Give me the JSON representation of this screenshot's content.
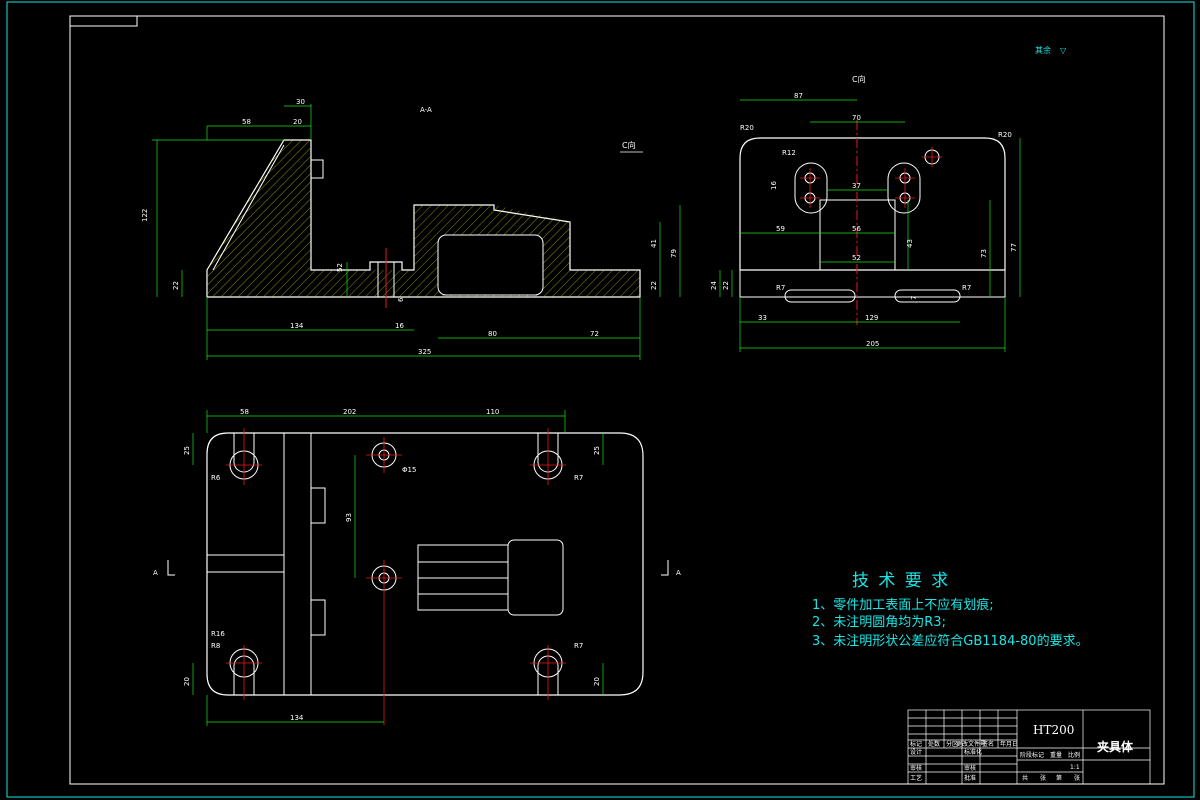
{
  "drawing": {
    "title": "夹具体",
    "material": "HT200",
    "view_label_top": "C向",
    "view_label_mid": "C向",
    "section_label": "A-A",
    "section_mark": "A",
    "surface_note": "其余",
    "surface_symbol": "▽",
    "scale": "1:1"
  },
  "tech_requirements": {
    "heading": "技 术 要 求",
    "items": [
      "1、零件加工表面上不应有划痕;",
      "2、未注明圆角均为R3;",
      "3、未注明形状公差应符合GB1184-80的要求。"
    ]
  },
  "dims_front": {
    "d30": "30",
    "d58": "58",
    "d20": "20",
    "d122": "122",
    "d52": "52",
    "d22a": "22",
    "d6": "6",
    "d41": "41",
    "d79": "79",
    "d22b": "22",
    "d134": "134",
    "d16": "16",
    "d80": "80",
    "d72": "72",
    "d325": "325"
  },
  "dims_side": {
    "d87": "87",
    "d70": "70",
    "d37": "37",
    "d56": "56",
    "d52": "52",
    "d59": "59",
    "d43": "43",
    "d73": "73",
    "d77": "77",
    "d16": "16",
    "d24": "24",
    "d22": "22",
    "r20a": "R20",
    "r20b": "R20",
    "r12": "R12",
    "r7a": "R7",
    "r7b": "R7",
    "d7": "7",
    "d33": "33",
    "d129": "129",
    "d205": "205"
  },
  "dims_plan": {
    "d58": "58",
    "d202": "202",
    "d110": "110",
    "d25a": "25",
    "d25b": "25",
    "d93": "93",
    "d15": "Φ15",
    "d20a": "20",
    "d20b": "20",
    "d134": "134",
    "r6": "R6",
    "r7a": "R7",
    "r7b": "R7",
    "r8": "R8",
    "r16": "R16"
  },
  "title_block": {
    "headers": [
      "标记",
      "处数",
      "分区",
      "更改文件号",
      "签名",
      "年月日"
    ],
    "rows_left": [
      "设计",
      "",
      "审核",
      "工艺"
    ],
    "mid_labels": [
      "标准化",
      "",
      "审核",
      "批准"
    ],
    "stage_labels": [
      "阶段标记",
      "重量",
      "比例"
    ],
    "sheet_labels": [
      "共",
      "张",
      "第",
      "张"
    ]
  }
}
